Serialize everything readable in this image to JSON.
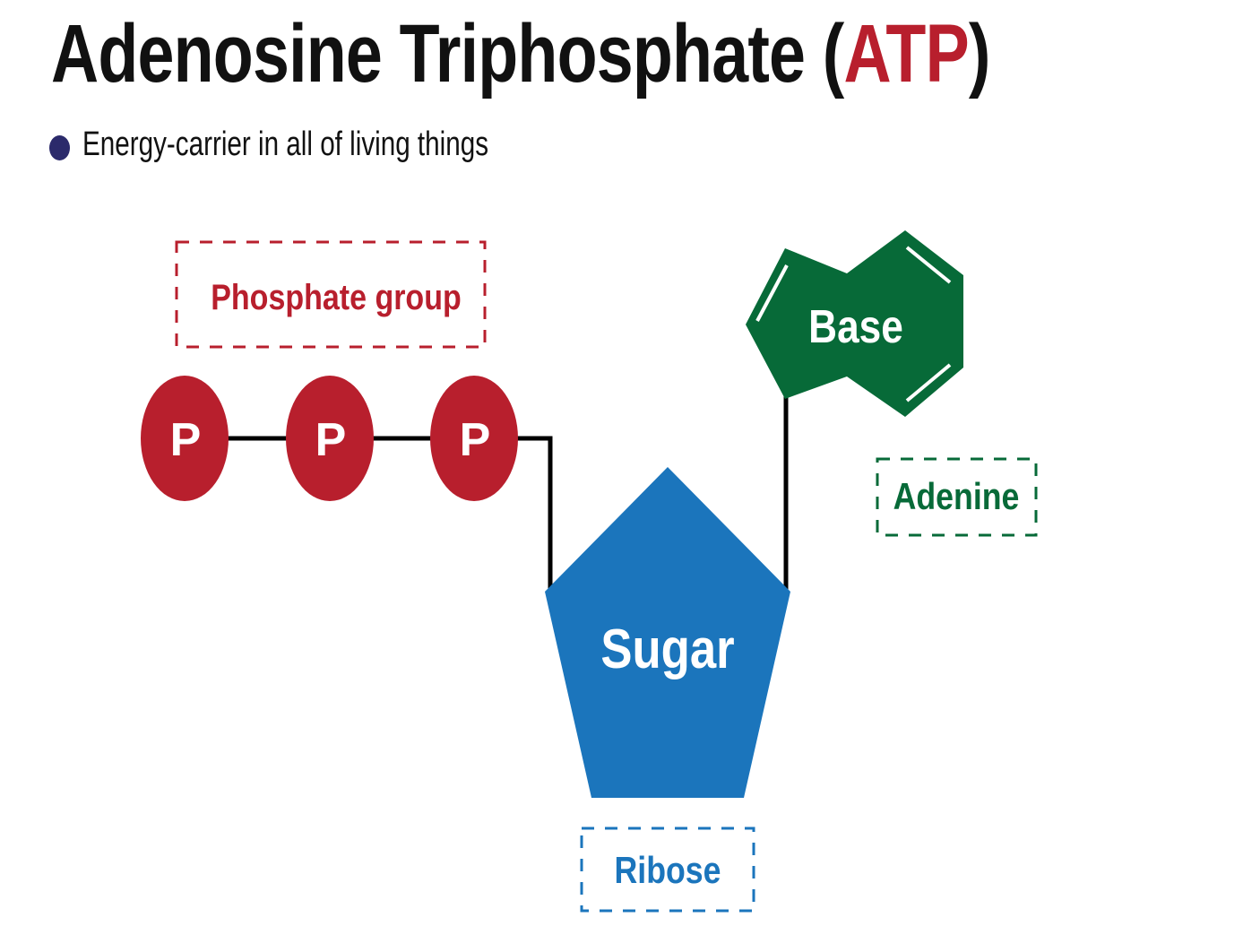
{
  "title": {
    "prefix": "Adenosine Triphosphate (",
    "highlight": "ATP",
    "suffix": ")"
  },
  "subtitle": "Energy-carrier in all of living things",
  "phosphate": {
    "circle_label": "P",
    "group_label": "Phosphate group"
  },
  "sugar": {
    "label": "Sugar",
    "name": "Ribose"
  },
  "base": {
    "label": "Base",
    "name": "Adenine"
  },
  "colors": {
    "red": "#b81f2d",
    "green": "#076a38",
    "blue": "#1b75bc",
    "bullet": "#2b2a6b"
  }
}
